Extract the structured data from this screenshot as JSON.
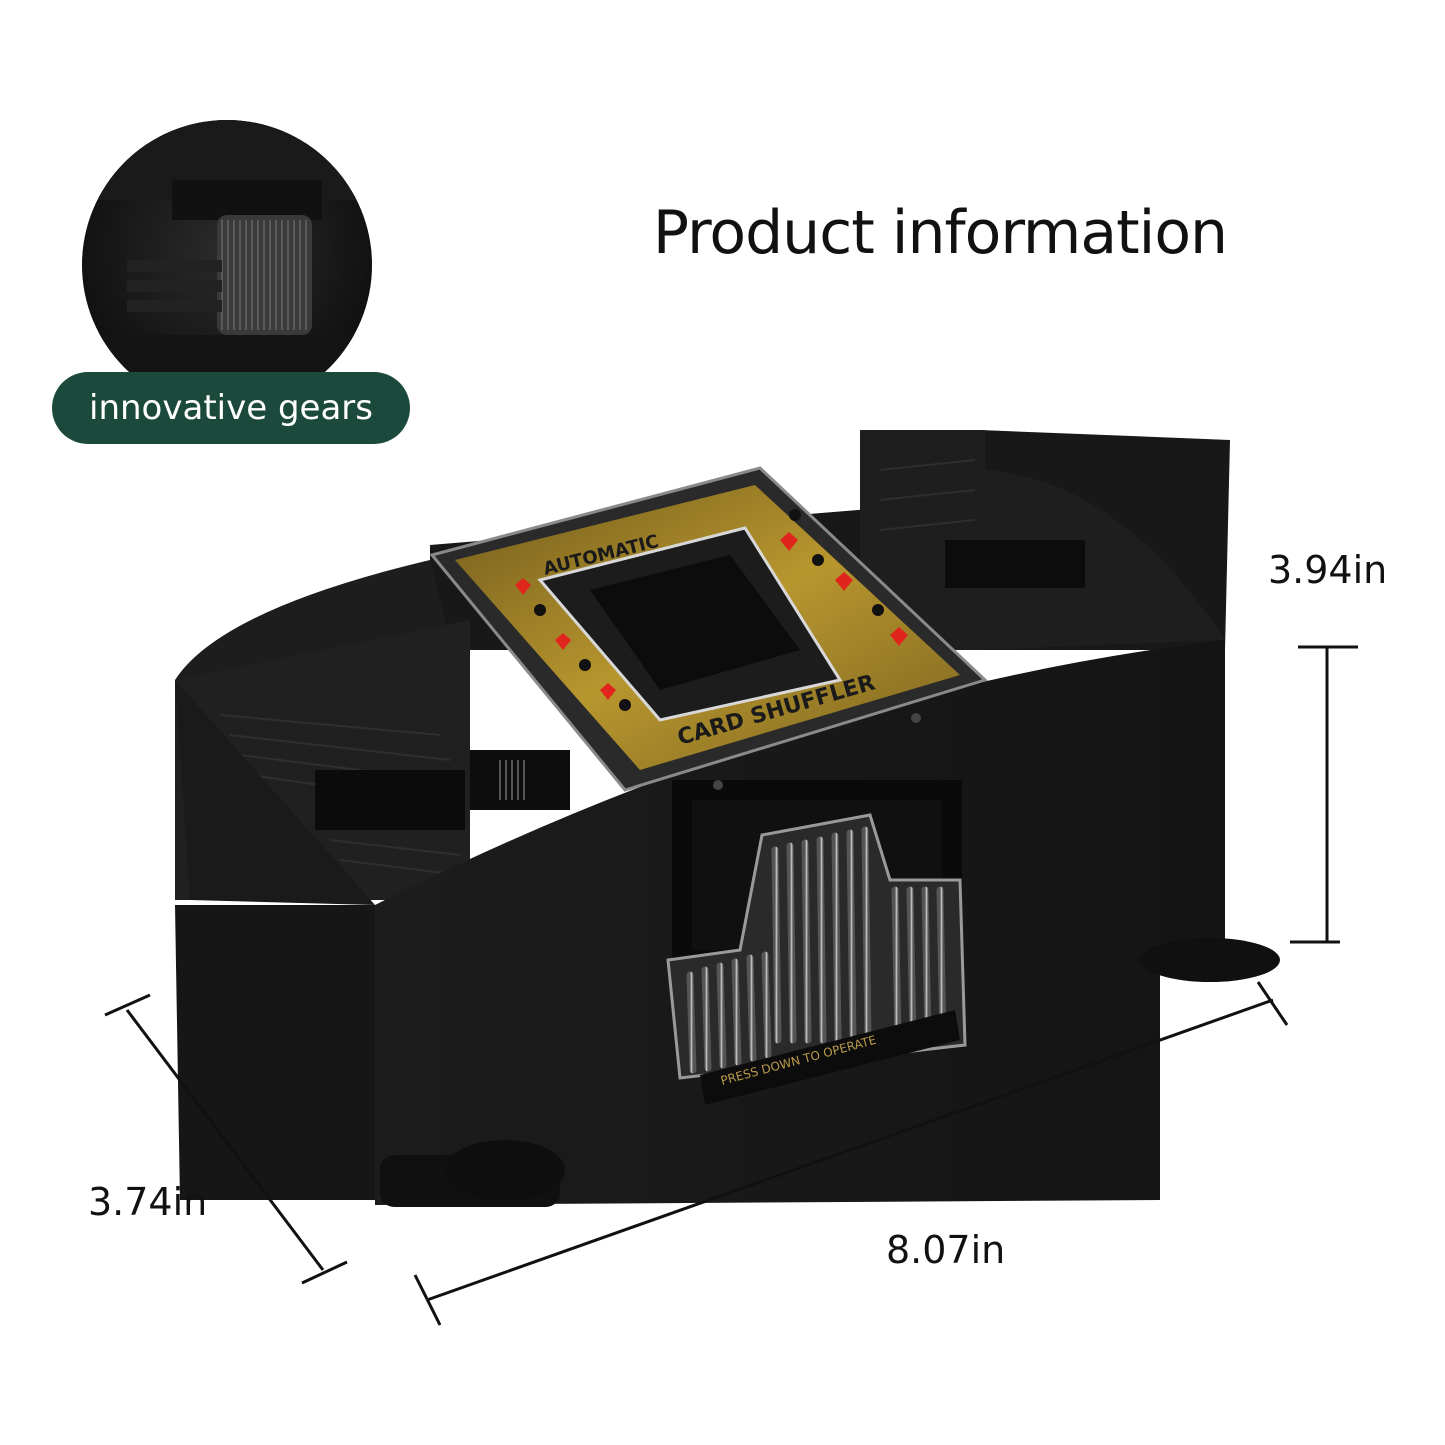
{
  "heading": "Product information",
  "feature_callout": {
    "label": "innovative gears",
    "icon": "gear-closeup-icon"
  },
  "dimensions": {
    "height": "3.94in",
    "depth": "3.74in",
    "width": "8.07in"
  },
  "product_print": {
    "lid_text": "CARD SHUFFLER",
    "lid_text_top": "AUTOMATIC",
    "lever_text": "PRESS DOWN TO OPERATE"
  },
  "colors": {
    "accent_green": "#1b4a3c",
    "body_black": "#1a1a1a",
    "gold_panel": "#a8892a",
    "suit_red": "#e0261c"
  }
}
